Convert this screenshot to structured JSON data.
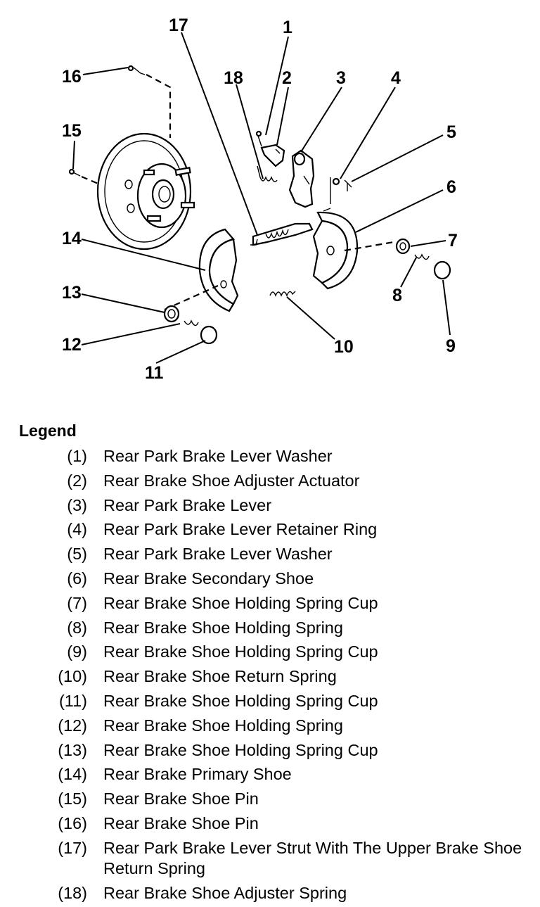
{
  "diagram": {
    "callouts": [
      "1",
      "2",
      "3",
      "4",
      "5",
      "6",
      "7",
      "8",
      "9",
      "10",
      "11",
      "12",
      "13",
      "14",
      "15",
      "16",
      "17",
      "18"
    ]
  },
  "legend": {
    "title": "Legend",
    "items": [
      {
        "num": "(1)",
        "text": "Rear Park Brake Lever Washer"
      },
      {
        "num": "(2)",
        "text": "Rear Brake Shoe Adjuster Actuator"
      },
      {
        "num": "(3)",
        "text": "Rear Park Brake Lever"
      },
      {
        "num": "(4)",
        "text": "Rear Park Brake Lever Retainer Ring"
      },
      {
        "num": "(5)",
        "text": "Rear Park Brake Lever Washer"
      },
      {
        "num": "(6)",
        "text": "Rear Brake Secondary Shoe"
      },
      {
        "num": "(7)",
        "text": "Rear Brake Shoe Holding Spring Cup"
      },
      {
        "num": "(8)",
        "text": "Rear Brake Shoe Holding Spring"
      },
      {
        "num": "(9)",
        "text": "Rear Brake Shoe Holding Spring Cup"
      },
      {
        "num": "(10)",
        "text": "Rear Brake Shoe Return Spring"
      },
      {
        "num": "(11)",
        "text": "Rear Brake Shoe Holding Spring Cup"
      },
      {
        "num": "(12)",
        "text": "Rear Brake Shoe Holding Spring"
      },
      {
        "num": "(13)",
        "text": "Rear Brake Shoe Holding Spring Cup"
      },
      {
        "num": "(14)",
        "text": "Rear Brake Primary Shoe"
      },
      {
        "num": "(15)",
        "text": "Rear Brake Shoe Pin"
      },
      {
        "num": "(16)",
        "text": "Rear Brake Shoe Pin"
      },
      {
        "num": "(17)",
        "text": "Rear Park Brake Lever Strut With The Upper Brake Shoe Return Spring"
      },
      {
        "num": "(18)",
        "text": "Rear Brake Shoe Adjuster Spring"
      }
    ]
  }
}
